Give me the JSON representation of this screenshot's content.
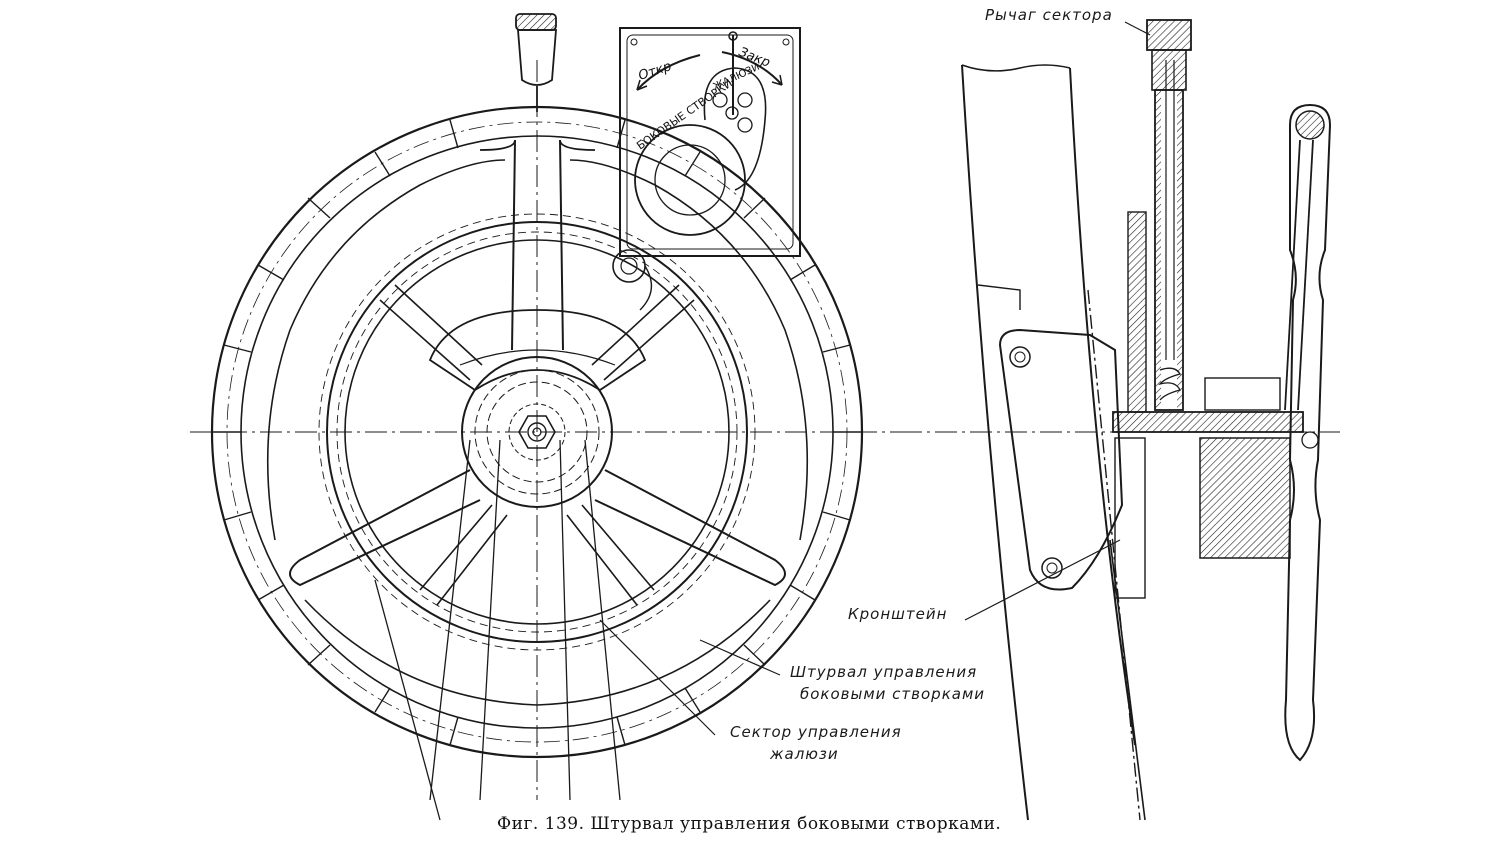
{
  "figure": {
    "caption": "Фиг. 139. Штурвал управления боковыми створками.",
    "plate": {
      "open_label": "Откр",
      "close_label": "Закр",
      "louvers_label": "ЖАЛЮЗИ",
      "side_flaps_label": "БОКОВЫЕ СТВОРКИ"
    },
    "callouts": {
      "sector_lever": "Рычаг сектора",
      "bracket": "Кронштейн",
      "handwheel_line1": "Штурвал управления",
      "handwheel_line2": "боковыми створками",
      "sector_line1": "Сектор управления",
      "sector_line2": "жалюзи"
    },
    "colors": {
      "ink": "#1a1a1a",
      "paper": "#ffffff"
    }
  }
}
